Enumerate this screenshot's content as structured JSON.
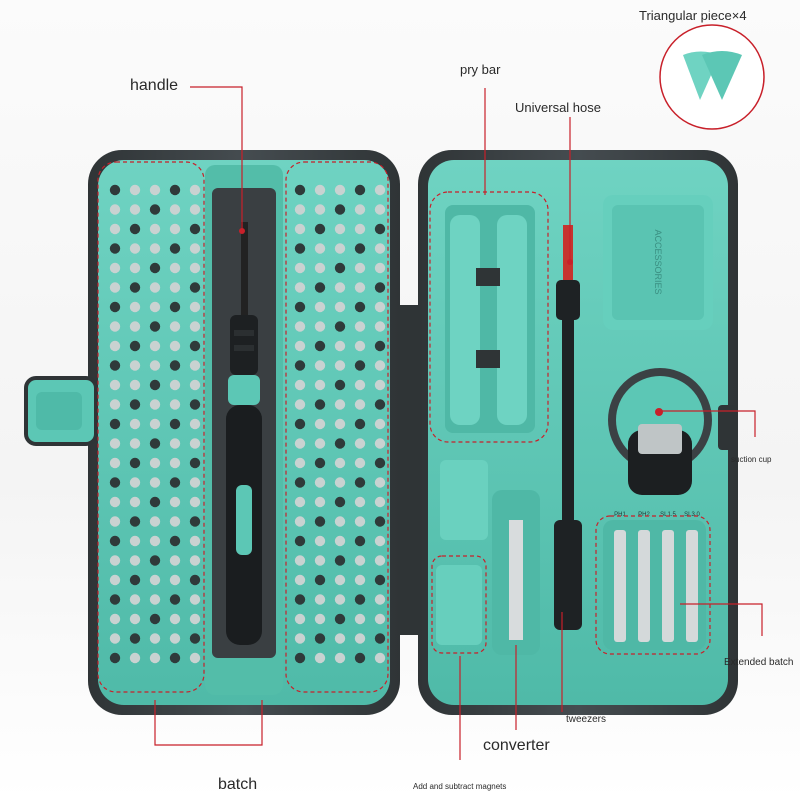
{
  "labels": {
    "handle": "handle",
    "pry_bar": "pry bar",
    "universal_hose": "Universal hose",
    "triangular_piece": "Triangular piece×4",
    "suction_cup": "suction cup",
    "extended_batch": "Extended batch",
    "tweezers": "tweezers",
    "converter": "converter",
    "batch": "batch",
    "add_subtract_magnets": "Add and subtract magnets"
  },
  "case_text": {
    "accessories": "ACCESSORIES",
    "bit_ph1": "PH1",
    "bit_ph2": "PH2",
    "bit_sl15": "SL1.5",
    "bit_sl30": "SL3.0"
  },
  "colors": {
    "case_shell": "#3d4346",
    "tray_teal": "#5cc7b5",
    "tray_teal_light": "#7ad6c6",
    "callout_red": "#c8202a"
  }
}
